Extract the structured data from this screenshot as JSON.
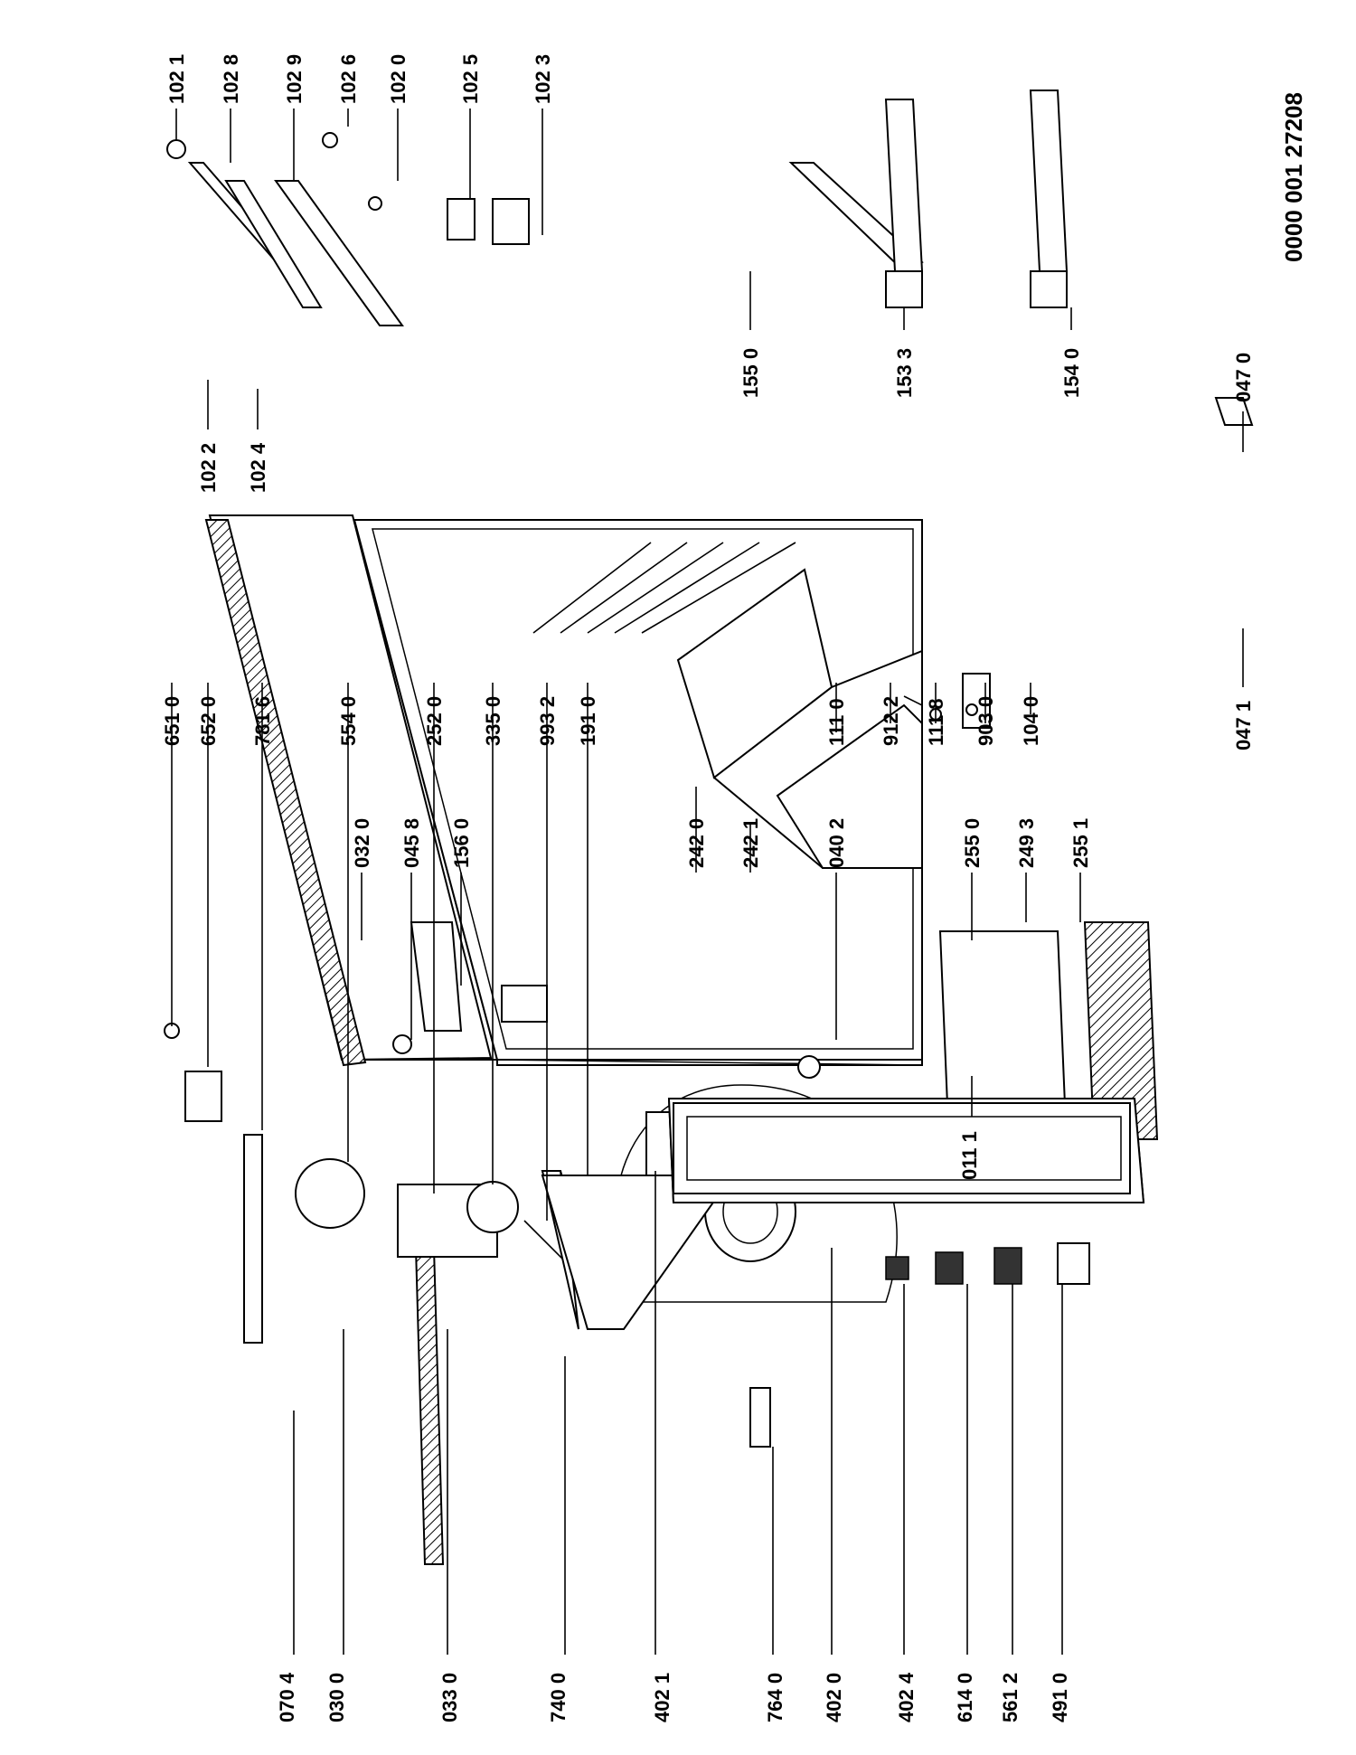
{
  "document_code": "0000 001 27208",
  "callouts": {
    "p0704": "070 4",
    "p0300": "030 0",
    "p0330": "033 0",
    "p7400": "740 0",
    "p4021": "402 1",
    "p7640": "764 0",
    "p4020": "402 0",
    "p4024": "402 4",
    "p6140": "614 0",
    "p5612": "561 2",
    "p4910": "491 0",
    "p0111": "011 1",
    "p0320": "032 0",
    "p0458": "045 8",
    "p1560": "156 0",
    "p2420": "242 0",
    "p2421": "242 1",
    "p0402": "040 2",
    "p2550": "255 0",
    "p2493": "249 3",
    "p2551": "255 1",
    "p6510": "651 0",
    "p6520": "652 0",
    "p7816": "781 6",
    "p5540": "554 0",
    "p2520": "252 0",
    "p3350": "335 0",
    "p9932": "993 2",
    "p1910": "191 0",
    "p1110": "111 0",
    "p9122": "912 2",
    "p1118": "111 8",
    "p9030": "903 0",
    "p1040": "104 0",
    "p0471": "047 1",
    "p0470": "047 0",
    "p1022": "102 2",
    "p1024": "102 4",
    "p1021": "102 1",
    "p1028": "102 8",
    "p1029": "102 9",
    "p1026": "102 6",
    "p1020": "102 0",
    "p1025": "102 5",
    "p1023": "102 3",
    "p1550": "155 0",
    "p1533": "153 3",
    "p1540": "154 0"
  }
}
